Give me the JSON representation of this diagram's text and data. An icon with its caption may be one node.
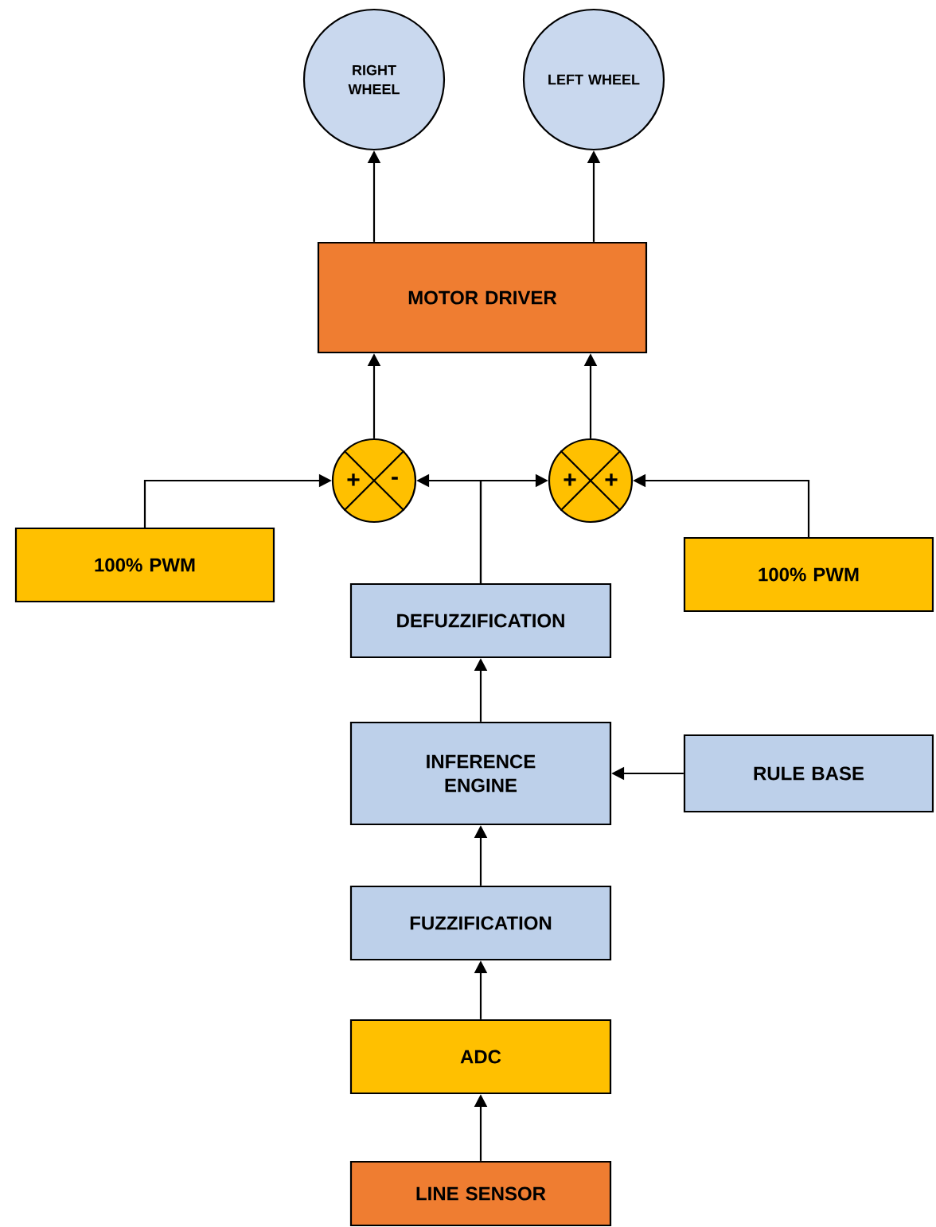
{
  "diagram": {
    "nodes": [
      {
        "text": [
          "RIGHT WHEEL"
        ]
      },
      {
        "text": [
          "LEFT WHEEL"
        ]
      },
      {
        "text": [
          "MOTOR DRIVER"
        ]
      },
      {
        "text": [
          "+",
          "-"
        ]
      },
      {
        "text": [
          "+",
          "+"
        ]
      },
      {
        "text": [
          "100% PWM"
        ]
      },
      {
        "text": [
          "100% PWM"
        ]
      },
      {
        "text": [
          "DEFUZZIFICATION"
        ]
      },
      {
        "text": [
          "INFERENCE ENGINE"
        ]
      },
      {
        "text": [
          "RULE BASE"
        ]
      },
      {
        "text": [
          "FUZZIFICATION"
        ]
      },
      {
        "text": [
          "ADC"
        ]
      },
      {
        "text": [
          "LINE SENSOR"
        ]
      }
    ],
    "edges": [
      {
        "from": 2,
        "to": 0,
        "arrow": "to"
      },
      {
        "from": 2,
        "to": 1,
        "arrow": "to"
      },
      {
        "from": 3,
        "to": 2,
        "arrow": "to"
      },
      {
        "from": 4,
        "to": 2,
        "arrow": "to"
      },
      {
        "from": 5,
        "to": 3,
        "arrow": "to"
      },
      {
        "from": 7,
        "to": 3,
        "arrow": "to"
      },
      {
        "from": 7,
        "to": 4,
        "arrow": "to"
      },
      {
        "from": 6,
        "to": 4,
        "arrow": "to"
      },
      {
        "from": 8,
        "to": 7,
        "arrow": "to"
      },
      {
        "from": 9,
        "to": 8,
        "arrow": "to"
      },
      {
        "from": 10,
        "to": 8,
        "arrow": "to"
      },
      {
        "from": 11,
        "to": 10,
        "arrow": "to"
      },
      {
        "from": 12,
        "to": 11,
        "arrow": "to"
      }
    ]
  }
}
